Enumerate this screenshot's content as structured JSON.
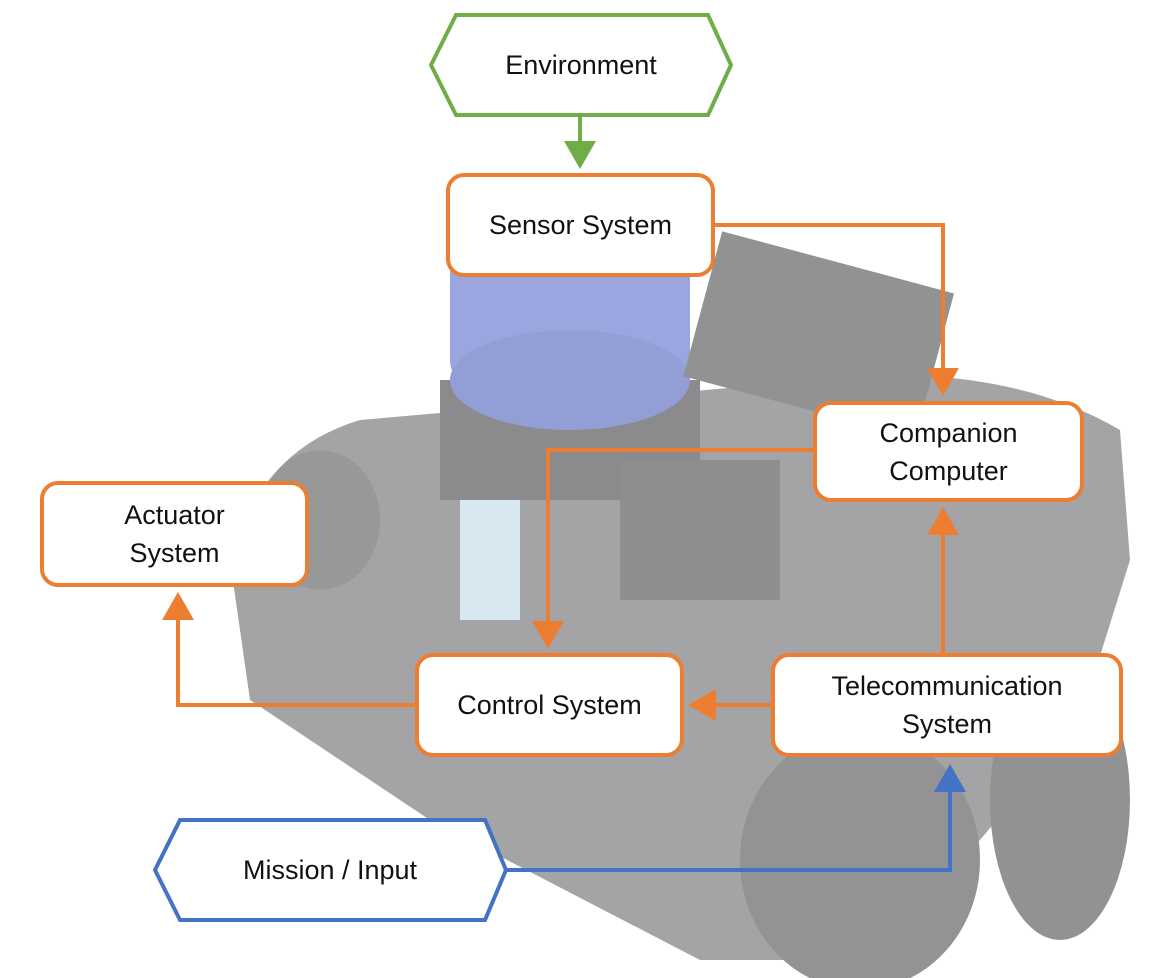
{
  "colors": {
    "orange": "#ED7D31",
    "green": "#70AD47",
    "blue": "#4472C4"
  },
  "nodes": {
    "environment": "Environment",
    "sensor": "Sensor System",
    "companion": "Companion\nComputer",
    "actuator": "Actuator\nSystem",
    "control": "Control System",
    "telecom": "Telecommunication\nSystem",
    "mission": "Mission / Input"
  }
}
